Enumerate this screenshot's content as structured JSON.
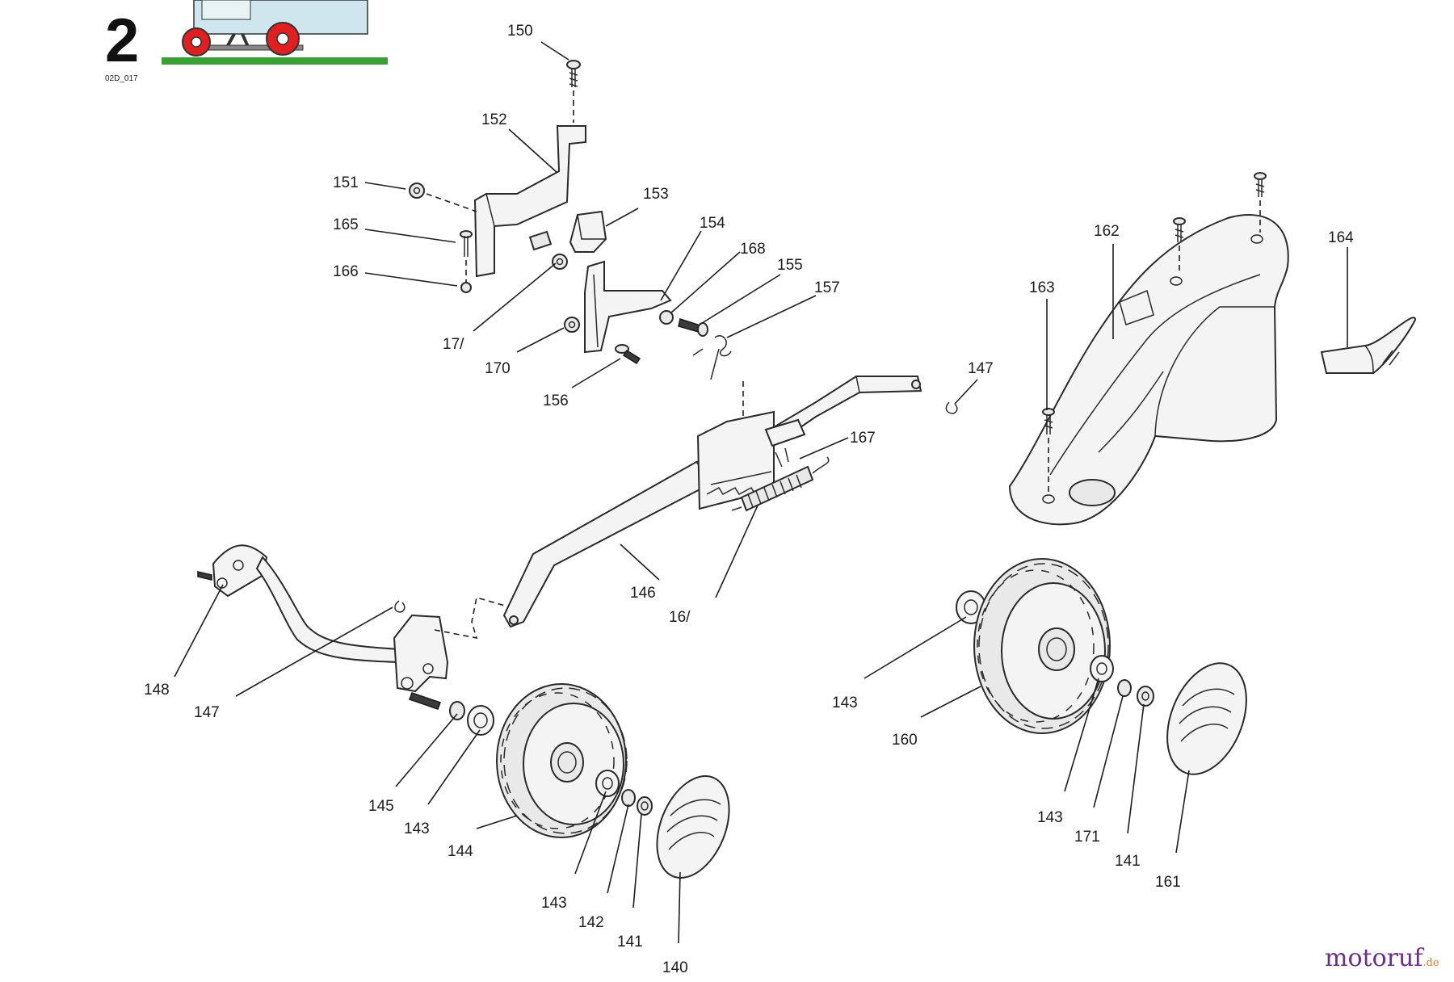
{
  "header": {
    "section_number": "2",
    "diagram_code": "02D_017",
    "colors": {
      "wheel": "#e02020",
      "grass": "#3aa035",
      "body": "#cfe6ee"
    }
  },
  "watermark": {
    "brand": "motoruf",
    "suffix": ".de",
    "colors": {
      "primary": "#6a2f86",
      "accent": "#e07a1a"
    }
  },
  "part_labels": [
    "150",
    "152",
    "151",
    "165",
    "166",
    "153",
    "154",
    "168",
    "155",
    "157",
    "17/",
    "170",
    "156",
    "147",
    "167",
    "162",
    "164",
    "163",
    "146",
    "16/",
    "148",
    "147",
    "145",
    "143",
    "144",
    "143",
    "142",
    "141",
    "140",
    "143",
    "160",
    "143",
    "171",
    "141",
    "161"
  ]
}
